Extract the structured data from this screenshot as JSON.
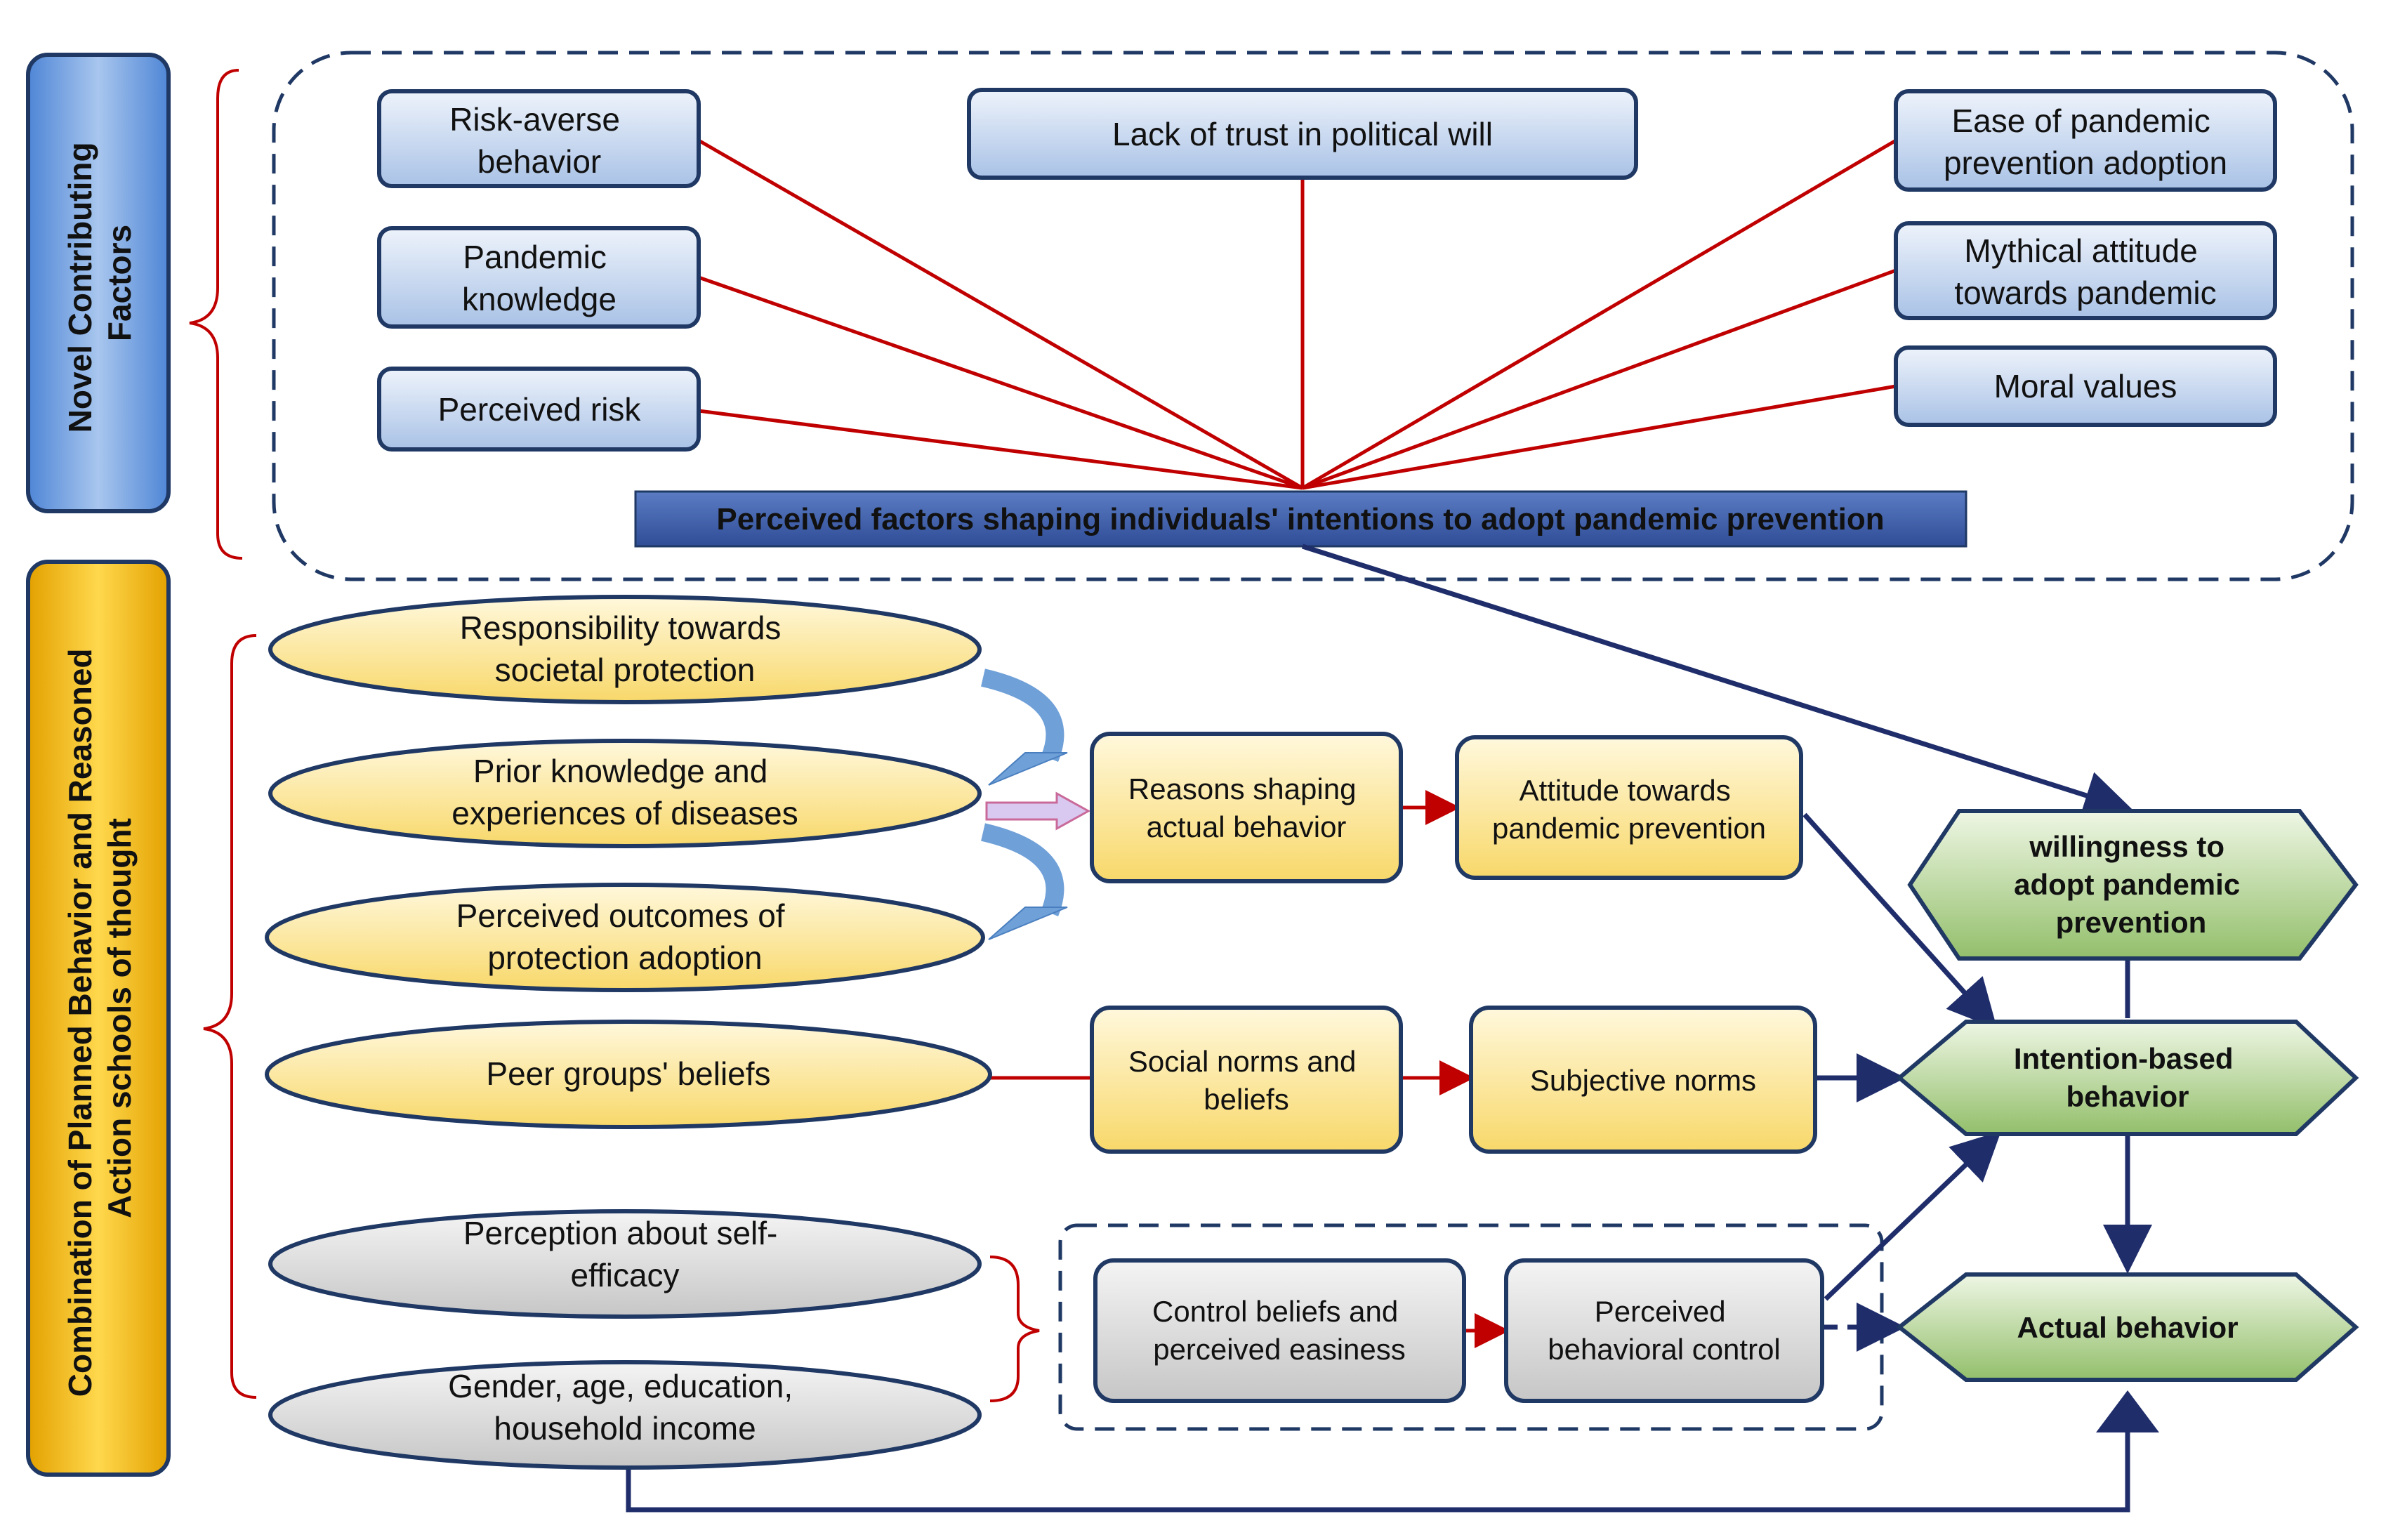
{
  "side_labels": {
    "novel": [
      "Novel Contributing",
      "Factors"
    ],
    "combination": [
      "Combination of Planned Behavior and Reasoned",
      "Action schools of thought"
    ]
  },
  "novel_factors": {
    "risk_averse": [
      "Risk-averse",
      "behavior"
    ],
    "pandemic_knowledge": [
      "Pandemic",
      "knowledge"
    ],
    "perceived_risk": [
      "Perceived risk"
    ],
    "lack_of_trust": [
      "Lack of trust in political will"
    ],
    "ease_of_adoption": [
      "Ease of pandemic",
      "prevention adoption"
    ],
    "mythical_attitude": [
      "Mythical attitude",
      "towards pandemic"
    ],
    "moral_values": [
      "Moral values"
    ]
  },
  "perceived_factors_bar": "Perceived factors shaping individuals' intentions to adopt pandemic prevention",
  "ellipses": {
    "responsibility": [
      "Responsibility towards",
      "societal protection"
    ],
    "prior_knowledge": [
      "Prior knowledge and",
      "experiences of diseases"
    ],
    "perceived_outcomes": [
      "Perceived outcomes of",
      "protection adoption"
    ],
    "peer_groups": [
      "Peer groups' beliefs"
    ],
    "self_efficacy": [
      "Perception about self-",
      "efficacy"
    ],
    "demographics": [
      "Gender, age, education,",
      "household income"
    ]
  },
  "boxes": {
    "reasons_shaping": [
      "Reasons shaping",
      "actual behavior"
    ],
    "attitude": [
      "Attitude towards",
      "pandemic prevention"
    ],
    "social_norms": [
      "Social norms and",
      "beliefs"
    ],
    "subjective_norms": [
      "Subjective norms"
    ],
    "control_beliefs": [
      "Control beliefs and",
      "perceived easiness"
    ],
    "perceived_control": [
      "Perceived",
      "behavioral control"
    ]
  },
  "hexagons": {
    "willingness": [
      "willingness to",
      "adopt pandemic",
      "prevention"
    ],
    "intention": [
      "Intention-based",
      "behavior"
    ],
    "actual": [
      "Actual behavior"
    ]
  },
  "colors": {
    "blue_box": "#c9d9f0",
    "blue_border": "#1f3864",
    "red_line": "#c00000",
    "navy_arrow": "#1f2d6b",
    "yellow": "#fde9a6",
    "grey": "#dcdcdc",
    "green": "#b8d59a",
    "green_dark": "#5b8a3a",
    "side_gold": "#f5b800",
    "side_blue": "#7fa8df",
    "bar_blue": "#3a5aa8"
  }
}
